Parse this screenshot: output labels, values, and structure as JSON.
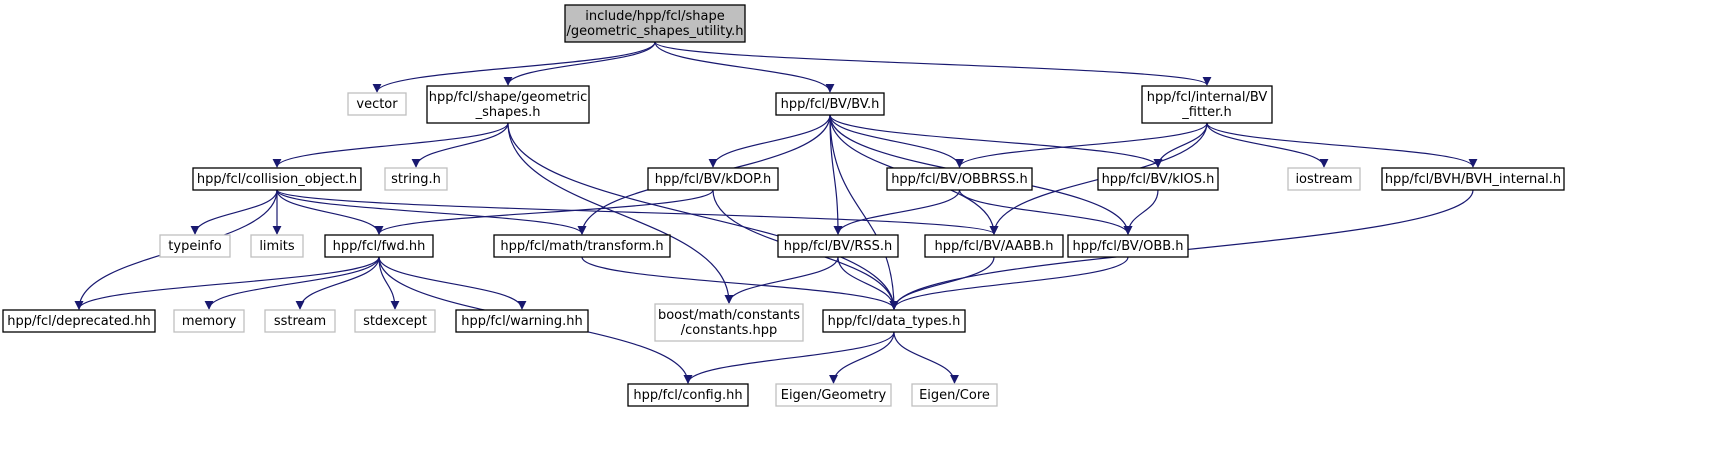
{
  "colors": {
    "edge": "#191970",
    "node_border_default": "#000000",
    "node_border_external": "#bfbfbf",
    "root_fill": "#bfbfbf",
    "node_fill": "#ffffff",
    "text": "#000000"
  },
  "nodes": [
    {
      "id": "root",
      "lines": [
        "include/hpp/fcl/shape",
        "/geometric_shapes_utility.h"
      ],
      "style": "root"
    },
    {
      "id": "vector",
      "lines": [
        "vector"
      ],
      "style": "external"
    },
    {
      "id": "geometric_shapes",
      "lines": [
        "hpp/fcl/shape/geometric",
        "_shapes.h"
      ],
      "style": "default"
    },
    {
      "id": "bv",
      "lines": [
        "hpp/fcl/BV/BV.h"
      ],
      "style": "default"
    },
    {
      "id": "bv_fitter",
      "lines": [
        "hpp/fcl/internal/BV",
        "_fitter.h"
      ],
      "style": "default"
    },
    {
      "id": "collision_object",
      "lines": [
        "hpp/fcl/collision_object.h"
      ],
      "style": "default"
    },
    {
      "id": "string",
      "lines": [
        "string.h"
      ],
      "style": "external"
    },
    {
      "id": "kdop",
      "lines": [
        "hpp/fcl/BV/kDOP.h"
      ],
      "style": "default"
    },
    {
      "id": "obbrss",
      "lines": [
        "hpp/fcl/BV/OBBRSS.h"
      ],
      "style": "default"
    },
    {
      "id": "kios",
      "lines": [
        "hpp/fcl/BV/kIOS.h"
      ],
      "style": "default"
    },
    {
      "id": "iostream",
      "lines": [
        "iostream"
      ],
      "style": "external"
    },
    {
      "id": "bvh_internal",
      "lines": [
        "hpp/fcl/BVH/BVH_internal.h"
      ],
      "style": "default"
    },
    {
      "id": "typeinfo",
      "lines": [
        "typeinfo"
      ],
      "style": "external"
    },
    {
      "id": "limits",
      "lines": [
        "limits"
      ],
      "style": "external"
    },
    {
      "id": "fwd",
      "lines": [
        "hpp/fcl/fwd.hh"
      ],
      "style": "default"
    },
    {
      "id": "transform",
      "lines": [
        "hpp/fcl/math/transform.h"
      ],
      "style": "default"
    },
    {
      "id": "rss",
      "lines": [
        "hpp/fcl/BV/RSS.h"
      ],
      "style": "default"
    },
    {
      "id": "aabb",
      "lines": [
        "hpp/fcl/BV/AABB.h"
      ],
      "style": "default"
    },
    {
      "id": "obb",
      "lines": [
        "hpp/fcl/BV/OBB.h"
      ],
      "style": "default"
    },
    {
      "id": "deprecated",
      "lines": [
        "hpp/fcl/deprecated.hh"
      ],
      "style": "default"
    },
    {
      "id": "memory",
      "lines": [
        "memory"
      ],
      "style": "external"
    },
    {
      "id": "sstream",
      "lines": [
        "sstream"
      ],
      "style": "external"
    },
    {
      "id": "stdexcept",
      "lines": [
        "stdexcept"
      ],
      "style": "external"
    },
    {
      "id": "warning",
      "lines": [
        "hpp/fcl/warning.hh"
      ],
      "style": "default"
    },
    {
      "id": "boost_constants",
      "lines": [
        "boost/math/constants",
        "/constants.hpp"
      ],
      "style": "external"
    },
    {
      "id": "data_types",
      "lines": [
        "hpp/fcl/data_types.h"
      ],
      "style": "default"
    },
    {
      "id": "config",
      "lines": [
        "hpp/fcl/config.hh"
      ],
      "style": "default"
    },
    {
      "id": "eigen_geometry",
      "lines": [
        "Eigen/Geometry"
      ],
      "style": "external"
    },
    {
      "id": "eigen_core",
      "lines": [
        "Eigen/Core"
      ],
      "style": "external"
    }
  ],
  "edges": [
    [
      "root",
      "vector"
    ],
    [
      "root",
      "geometric_shapes"
    ],
    [
      "root",
      "bv"
    ],
    [
      "root",
      "bv_fitter"
    ],
    [
      "geometric_shapes",
      "collision_object"
    ],
    [
      "geometric_shapes",
      "string"
    ],
    [
      "geometric_shapes",
      "boost_constants"
    ],
    [
      "geometric_shapes",
      "data_types"
    ],
    [
      "collision_object",
      "deprecated"
    ],
    [
      "collision_object",
      "typeinfo"
    ],
    [
      "collision_object",
      "limits"
    ],
    [
      "collision_object",
      "fwd"
    ],
    [
      "collision_object",
      "transform"
    ],
    [
      "collision_object",
      "aabb"
    ],
    [
      "bv",
      "transform"
    ],
    [
      "bv",
      "kdop"
    ],
    [
      "bv",
      "rss"
    ],
    [
      "bv",
      "aabb"
    ],
    [
      "bv",
      "obbrss"
    ],
    [
      "bv",
      "obb"
    ],
    [
      "bv",
      "kios"
    ],
    [
      "bv",
      "data_types"
    ],
    [
      "bv_fitter",
      "obbrss"
    ],
    [
      "bv_fitter",
      "kios"
    ],
    [
      "bv_fitter",
      "aabb"
    ],
    [
      "bv_fitter",
      "iostream"
    ],
    [
      "bv_fitter",
      "bvh_internal"
    ],
    [
      "kdop",
      "fwd"
    ],
    [
      "kdop",
      "data_types"
    ],
    [
      "obbrss",
      "rss"
    ],
    [
      "obbrss",
      "obb"
    ],
    [
      "kios",
      "obb"
    ],
    [
      "bvh_internal",
      "data_types"
    ],
    [
      "fwd",
      "deprecated"
    ],
    [
      "fwd",
      "memory"
    ],
    [
      "fwd",
      "sstream"
    ],
    [
      "fwd",
      "stdexcept"
    ],
    [
      "fwd",
      "warning"
    ],
    [
      "fwd",
      "config"
    ],
    [
      "transform",
      "data_types"
    ],
    [
      "rss",
      "boost_constants"
    ],
    [
      "rss",
      "data_types"
    ],
    [
      "aabb",
      "data_types"
    ],
    [
      "obb",
      "data_types"
    ],
    [
      "data_types",
      "config"
    ],
    [
      "data_types",
      "eigen_geometry"
    ],
    [
      "data_types",
      "eigen_core"
    ]
  ]
}
